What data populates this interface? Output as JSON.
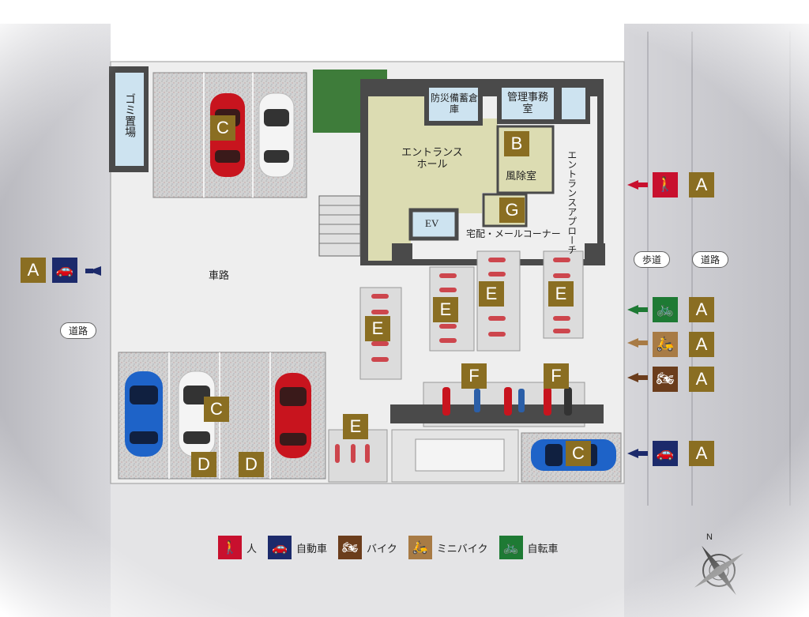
{
  "labels": {
    "garbage": "ゴミ置場",
    "disaster_storage": "防災備蓄倉庫",
    "mgmt_office": "管理事務室",
    "entrance_hall": "エントランスホール",
    "windbreak": "風除室",
    "entrance_approach": "エントランスアプローチ",
    "ev": "EV",
    "delivery_mail": "宅配・メールコーナー",
    "driveway": "車路",
    "road": "道路",
    "sidewalk": "歩道"
  },
  "markers": {
    "a": "A",
    "b": "B",
    "c": "C",
    "d": "D",
    "e": "E",
    "f": "F",
    "g": "G"
  },
  "legend": [
    {
      "icon": "person-icon",
      "label": "人",
      "color": "#c8102e"
    },
    {
      "icon": "car-icon",
      "label": "自動車",
      "color": "#1c2a6b"
    },
    {
      "icon": "motorcycle-icon",
      "label": "バイク",
      "color": "#6b3d1c"
    },
    {
      "icon": "scooter-icon",
      "label": "ミニバイク",
      "color": "#a87b45"
    },
    {
      "icon": "bicycle-icon",
      "label": "自転車",
      "color": "#1e7a34"
    }
  ],
  "colors": {
    "marker": "#8a6e22",
    "interior": "#dcdcb2",
    "room": "#cde3f0",
    "grass": "#3e7c3a",
    "road": "#c8c8cc",
    "wall": "#4a4a4a"
  },
  "compass": {
    "north": "N"
  }
}
